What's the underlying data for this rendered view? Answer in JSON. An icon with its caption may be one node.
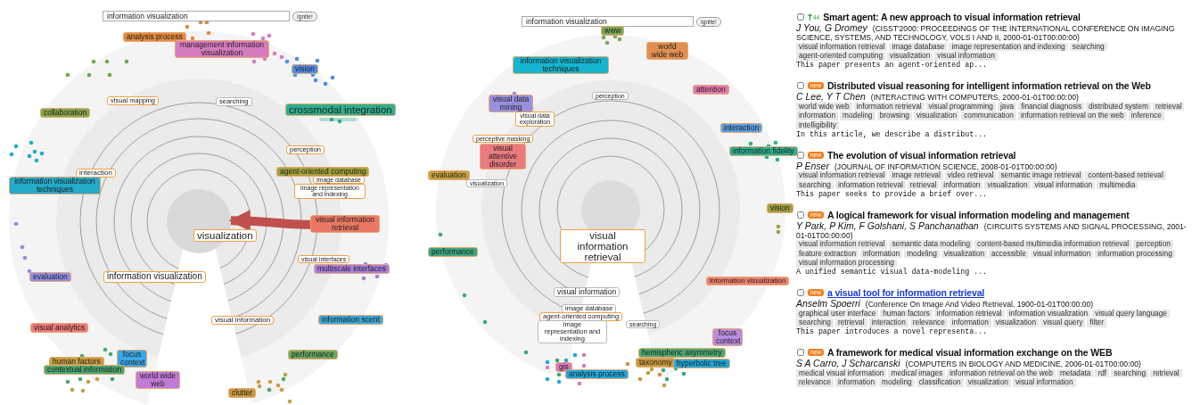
{
  "diagram": {
    "nodes": [
      {
        "text": [
          "analysis process"
        ]
      },
      {
        "text": [
          "management information visualization"
        ]
      },
      {
        "text": [
          "vision"
        ]
      },
      {
        "text": [
          "visual mapping"
        ]
      },
      {
        "text": [
          "searching"
        ]
      },
      {
        "text": [
          "collaboration"
        ]
      },
      {
        "text": [
          "crossmodal integration"
        ]
      },
      {
        "text": [
          "perception"
        ]
      },
      {
        "text": [
          "interaction"
        ]
      },
      {
        "text": [
          "agent-oriented computing"
        ]
      },
      {
        "text": [
          "image database"
        ]
      },
      {
        "text": [
          "information visualization techniques"
        ]
      },
      {
        "text": [
          "image representation and indexing"
        ]
      },
      {
        "text": [
          "visual information retrieval"
        ]
      },
      {
        "text": [],
        "shape": "circle"
      },
      {
        "text": [
          "visualization"
        ]
      },
      {
        "text": [
          "visual interfaces"
        ]
      },
      {
        "text": [
          "multiscale interfaces"
        ]
      },
      {
        "text": [
          "evaluation"
        ]
      },
      {
        "text": [
          "information visualization"
        ]
      },
      {
        "text": [
          "visual information"
        ]
      },
      {
        "text": [
          "information scent"
        ]
      },
      {
        "text": [
          "visual analytics"
        ]
      },
      {
        "text": [
          "human factors"
        ]
      },
      {
        "text": [
          "focus context"
        ]
      },
      {
        "text": [
          "contextual information"
        ]
      },
      {
        "text": [
          "world wide web"
        ]
      },
      {
        "text": [
          "performance"
        ]
      },
      {
        "text": [
          "clutter"
        ]
      },
      {
        "text": [
          "www"
        ]
      },
      {
        "text": [
          "world wide web"
        ]
      },
      {
        "text": [
          "information visualization techniques"
        ]
      },
      {
        "text": [
          "attention"
        ]
      },
      {
        "text": [
          "perception"
        ]
      },
      {
        "text": [
          "visual data mining"
        ]
      },
      {
        "text": [
          "visual data exploration"
        ]
      },
      {
        "text": [
          "perceptive masking"
        ]
      },
      {
        "text": [
          "interaction"
        ]
      },
      {
        "text": [
          "visual attentive disorder"
        ]
      },
      {
        "text": [
          "information fidelity"
        ]
      },
      {
        "text": [
          "evaluation"
        ]
      },
      {
        "text": [
          "visualization"
        ]
      },
      {
        "text": [
          "vision"
        ]
      },
      {
        "text": [
          "visual information retrieval"
        ]
      },
      {
        "text": [
          "performance"
        ]
      },
      {
        "text": [
          "information visualization"
        ]
      },
      {
        "text": [
          "visual information"
        ]
      },
      {
        "text": [
          "image database"
        ]
      },
      {
        "text": [
          "agent-oriented computing"
        ]
      },
      {
        "text": [
          "image representation and indexing"
        ]
      },
      {
        "text": [
          "searching"
        ]
      },
      {
        "text": [
          "focus context"
        ]
      },
      {
        "text": [
          "hemispheric asymmetry"
        ]
      },
      {
        "text": [
          "taxonomy"
        ]
      },
      {
        "text": [
          "hyperbolic tree"
        ]
      },
      {
        "text": [
          "gis"
        ]
      },
      {
        "text": [
          "analysis process"
        ]
      }
    ],
    "edges": [
      {
        "from": 13,
        "to": 14,
        "arrow": "to",
        "color": "#c0504d"
      }
    ],
    "labels": [
      "information visualization",
      "Ignite!",
      "information visualization",
      "Ignite!",
      "44",
      "Smart agent: A new approach to visual information retrieval",
      "J You, G Dromey",
      "(CISST'2000: PROCEEDINGS OF THE INTERNATIONAL CONFERENCE ON IMAGING SCIENCE, SYSTEMS, AND TECHNOLOGY, VOLS I AND II, 2000-01-01T00:00:00)",
      "visual information retrieval",
      "image database",
      "image representation and indexing",
      "searching",
      "agent-oriented computing",
      "visualization",
      "visual information",
      "This paper presents an agent-oriented ap...",
      "new",
      "Distributed visual reasoning for intelligent information retrieval on the Web",
      "C Lee, Y T Chen",
      "(INTERACTING WITH COMPUTERS, 2000-01-01T00:00:00)",
      "world wide web",
      "information retrieval",
      "visual programming",
      "java",
      "financial diagnosis",
      "distributed system",
      "retrieval",
      "information",
      "modeling",
      "browsing",
      "visualization",
      "communication",
      "information retrieval on the web",
      "inference",
      "intelligibility",
      "In this article, we describe a distribut...",
      "new",
      "The evolution of visual information retrieval",
      "P Enser",
      "(JOURNAL OF INFORMATION SCIENCE, 2008-01-01T00:00:00)",
      "visual information retrieval",
      "image retrieval",
      "video retrieval",
      "semantic image retrieval",
      "content-based retrieval",
      "searching",
      "information retrieval",
      "retrieval",
      "information",
      "visualization",
      "visual information",
      "multimedia",
      "This paper seeks to provide a brief over...",
      "new",
      "A logical framework for visual information modeling and management",
      "Y Park, P Kim, F Golshani, S Panchanathan",
      "(CIRCUITS SYSTEMS AND SIGNAL PROCESSING, 2001-01-01T00:00:00)",
      "visual information retrieval",
      "semantic data modeling",
      "content-based multimedia information retrieval",
      "perception",
      "feature extraction",
      "information",
      "modeling",
      "visualization",
      "accessible",
      "visual information",
      "information processing",
      "visual information processing",
      "A unified semantic visual data-modeling ...",
      "new",
      "a visual tool for information retrieval",
      "Anselm Spoerri",
      "(Conference On Image And Video Retrieval, 1900-01-01T00:00:00)",
      "graphical user interface",
      "human factors",
      "information retrieval",
      "information visualization",
      "visual query language",
      "searching",
      "retrieval",
      "interaction",
      "relevance",
      "information",
      "visualization",
      "visual query",
      "filter",
      "This paper introduces a novel representa...",
      "new",
      "A framework for medical visual information exchange on the WEB",
      "S A Carro, J Scharcanski",
      "(COMPUTERS IN BIOLOGY AND MEDICINE, 2006-01-01T00:00:00)",
      "medical visual information",
      "medical images",
      "information retrieval on the web",
      "metadata",
      "rdf",
      "searching",
      "retrieval",
      "relevance",
      "information",
      "modeling",
      "classification",
      "visualization",
      "visual information"
    ]
  }
}
